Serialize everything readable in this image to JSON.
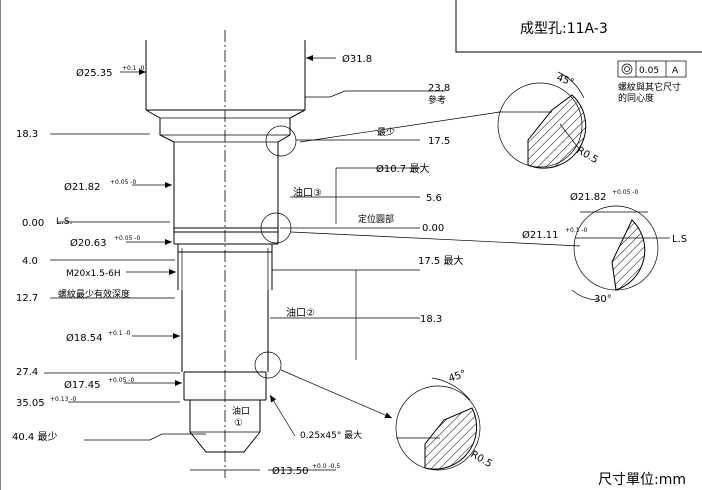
{
  "title": "成型孔:11A-3",
  "units": "尺寸單位:mm",
  "gdt": {
    "tolerance": "0.05",
    "datum": "A",
    "note_line1": "螺紋與其它尺寸",
    "note_line2": "的同心度"
  },
  "labels": {
    "d25_35": "Ø25.35",
    "d25_35_tol": "+0.1 -0",
    "d31_8": "Ø31.8",
    "l23_8": "23.8",
    "ref": "參考",
    "l18_3": "18.3",
    "min": "最少",
    "l17_5": "17.5",
    "d10_7": "Ø10.7 最大",
    "d21_82": "Ø21.82",
    "d21_82_tol": "+0.05 -0",
    "oil3": "油口③",
    "l5_6": "5.6",
    "locate": "定位圓部",
    "l0_00": "0.00",
    "ls": "L.S.",
    "r0_00": "0.00",
    "d20_63": "Ø20.63",
    "d20_63_tol": "+0.05 -0",
    "l4_0": "4.0",
    "l17_5max": "17.5 最大",
    "thread": "M20x1.5-6H",
    "l12_7": "12.7",
    "thread_depth": "螺紋最少有效深度",
    "oil2": "油口②",
    "l18_3r": "18.3",
    "d18_54": "Ø18.54",
    "d18_54_tol": "+0.1 -0",
    "l27_4": "27.4",
    "d17_45": "Ø17.45",
    "d17_45_tol": "+0.05 -0",
    "l35_05": "35.05",
    "l35_05_tol": "+0.13 -0",
    "oil1": "油口",
    "oil1_num": "①",
    "l40_4": "40.4 最少",
    "chamfer": "0.25x45° 最大",
    "d13_50": "Ø13.50",
    "d13_50_tol": "+0.0 -0.5"
  },
  "details": {
    "a_angle": "45°",
    "a_radius": "R0.5",
    "ls_d21_82": "Ø21.82",
    "ls_d21_82_tol": "+0.05 -0",
    "ls_d21_11": "Ø21.11",
    "ls_d21_11_tol": "+0.1 -0",
    "ls_label": "L.S",
    "ls_angle": "30°",
    "b_angle": "45°",
    "b_radius": "R0.5"
  }
}
